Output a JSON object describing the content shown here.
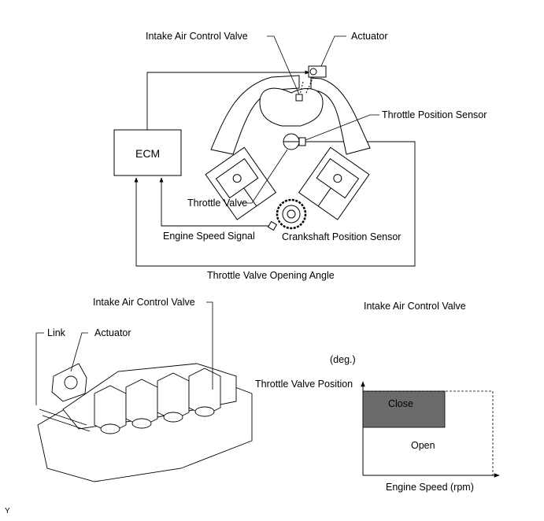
{
  "top_diagram": {
    "ecm": "ECM",
    "intake_air_control_valve": "Intake Air Control Valve",
    "actuator": "Actuator",
    "throttle_position_sensor": "Throttle Position Sensor",
    "throttle_valve": "Throttle Valve",
    "engine_speed_signal": "Engine Speed Signal",
    "crankshaft_position_sensor": "Crankshaft Position Sensor",
    "throttle_valve_opening_angle": "Throttle Valve Opening Angle"
  },
  "bottom_left": {
    "intake_air_control_valve": "Intake Air Control Valve",
    "link": "Link",
    "actuator": "Actuator"
  },
  "graph": {
    "title": "Intake Air Control Valve",
    "unit": "(deg.)",
    "ylabel": "Throttle Valve Position",
    "xlabel": "Engine Speed (rpm)",
    "close_label": "Close",
    "open_label": "Open"
  },
  "corner_mark": "Y"
}
